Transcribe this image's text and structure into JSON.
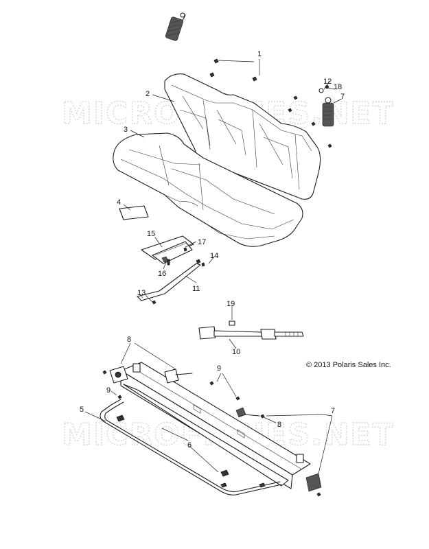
{
  "watermark": {
    "text": "MICROFICHES.NET"
  },
  "copyright": "© 2013 Polaris Sales Inc.",
  "callouts": [
    {
      "label": "1"
    },
    {
      "label": "2"
    },
    {
      "label": "3"
    },
    {
      "label": "4"
    },
    {
      "label": "5"
    },
    {
      "label": "6"
    },
    {
      "label": "7"
    },
    {
      "label": "7"
    },
    {
      "label": "8"
    },
    {
      "label": "8"
    },
    {
      "label": "9"
    },
    {
      "label": "9"
    },
    {
      "label": "10"
    },
    {
      "label": "11"
    },
    {
      "label": "12"
    },
    {
      "label": "13"
    },
    {
      "label": "14"
    },
    {
      "label": "15"
    },
    {
      "label": "16"
    },
    {
      "label": "17"
    },
    {
      "label": "18"
    },
    {
      "label": "19"
    }
  ]
}
